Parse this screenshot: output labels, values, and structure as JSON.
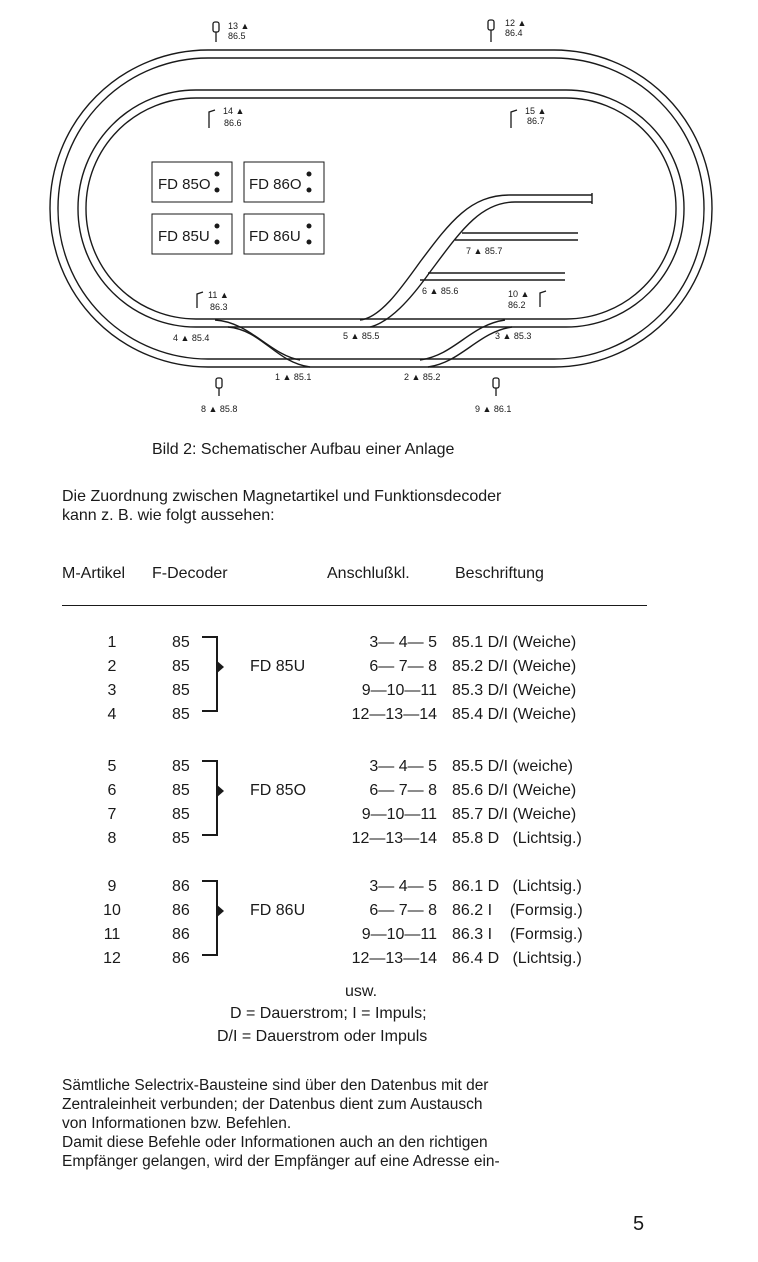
{
  "diagram": {
    "decoders": [
      "FD 85O",
      "FD 86O",
      "FD 85U",
      "FD 86U"
    ],
    "labels": {
      "s13a": "13 ▲",
      "s13b": "86.5",
      "s12a": "12 ▲",
      "s12b": "86.4",
      "s14a": "14 ▲",
      "s14b": "86.6",
      "s15a": "15 ▲",
      "s15b": "86.7",
      "s11a": "11 ▲",
      "s11b": "86.3",
      "s10a": "10 ▲",
      "s10b": "86.2",
      "w7": "7 ▲ 85.7",
      "w6": "6 ▲ 85.6",
      "w5": "5 ▲ 85.5",
      "w4": "4 ▲ 85.4",
      "w3": "3 ▲ 85.3",
      "w1": "1 ▲ 85.1",
      "w2": "2 ▲ 85.2",
      "s8": "8 ▲ 85.8",
      "s9": "9 ▲ 86.1"
    }
  },
  "caption": "Bild 2: Schematischer Aufbau einer Anlage",
  "intro": [
    "Die Zuordnung zwischen Magnetartikel und Funktionsdecoder",
    "kann z. B. wie folgt aussehen:"
  ],
  "table": {
    "headers": {
      "m_artikel": "M-Artikel",
      "f_decoder": "F-Decoder",
      "anschluss": "Anschlußkl.",
      "beschriftung": "Beschriftung"
    },
    "groups": [
      {
        "decoder": "FD 85U",
        "rows": [
          {
            "n": "1",
            "d": "85",
            "a": "3— 4— 5",
            "b": "85.1 D/I (Weiche)"
          },
          {
            "n": "2",
            "d": "85",
            "a": "6— 7— 8",
            "b": "85.2 D/I (Weiche)"
          },
          {
            "n": "3",
            "d": "85",
            "a": "9—10—11",
            "b": "85.3 D/I (Weiche)"
          },
          {
            "n": "4",
            "d": "85",
            "a": "12—13—14",
            "b": "85.4 D/I (Weiche)"
          }
        ]
      },
      {
        "decoder": "FD 85O",
        "rows": [
          {
            "n": "5",
            "d": "85",
            "a": "3— 4— 5",
            "b": "85.5 D/I (weiche)"
          },
          {
            "n": "6",
            "d": "85",
            "a": "6— 7— 8",
            "b": "85.6 D/I (Weiche)"
          },
          {
            "n": "7",
            "d": "85",
            "a": "9—10—11",
            "b": "85.7 D/I (Weiche)"
          },
          {
            "n": "8",
            "d": "85",
            "a": "12—13—14",
            "b": "85.8 D   (Lichtsig.)"
          }
        ]
      },
      {
        "decoder": "FD 86U",
        "rows": [
          {
            "n": "9",
            "d": "86",
            "a": "3— 4— 5",
            "b": "86.1 D   (Lichtsig.)"
          },
          {
            "n": "10",
            "d": "86",
            "a": "6— 7— 8",
            "b": "86.2 I    (Formsig.)"
          },
          {
            "n": "11",
            "d": "86",
            "a": "9—10—11",
            "b": "86.3 I    (Formsig.)"
          },
          {
            "n": "12",
            "d": "86",
            "a": "12—13—14",
            "b": "86.4 D   (Lichtsig.)"
          }
        ]
      }
    ],
    "usw": "usw.",
    "legend1": "D = Dauerstrom; I = Impuls;",
    "legend2": "D/I = Dauerstrom oder Impuls"
  },
  "body": [
    "Sämtliche Selectrix-Bausteine sind über den Datenbus mit der",
    "Zentraleinheit verbunden; der Datenbus dient zum Austausch",
    "von Informationen bzw. Befehlen.",
    "Damit diese Befehle oder Informationen auch an den richtigen",
    "Empfänger gelangen, wird der Empfänger auf eine Adresse ein-"
  ],
  "page_number": "5"
}
